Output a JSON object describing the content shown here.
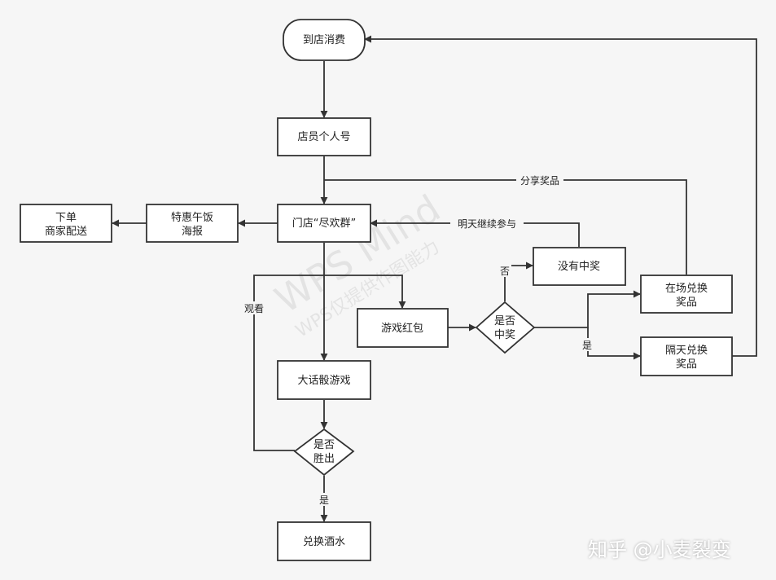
{
  "nodes": {
    "start": "到店消费",
    "staff": "店员个人号",
    "group": "门店“尽欢群”",
    "poster": [
      "特惠午饭",
      "海报"
    ],
    "order": [
      "下单",
      "商家配送"
    ],
    "no_win": "没有中奖",
    "onsite": [
      "在场兑换",
      "奖品"
    ],
    "nextday": [
      "隔天兑换",
      "奖品"
    ],
    "redpacket": "游戏红包",
    "is_win": [
      "是否",
      "中奖"
    ],
    "dice": "大话骰游戏",
    "is_victory": [
      "是否",
      "胜出"
    ],
    "drinks": "兑换酒水"
  },
  "edges": {
    "share_prize": "分享奖品",
    "tomorrow_again": "明天继续参与",
    "no": "否",
    "yes_win": "是",
    "watch": "观看",
    "yes_victory": "是"
  },
  "watermark": {
    "main": "WPS Mind",
    "sub": "WPS仅提供作图能力"
  },
  "credit": "知乎 @小麦裂变",
  "colors": {
    "stroke": "#333333",
    "fill": "#ffffff",
    "background": "#f6f6f6"
  }
}
